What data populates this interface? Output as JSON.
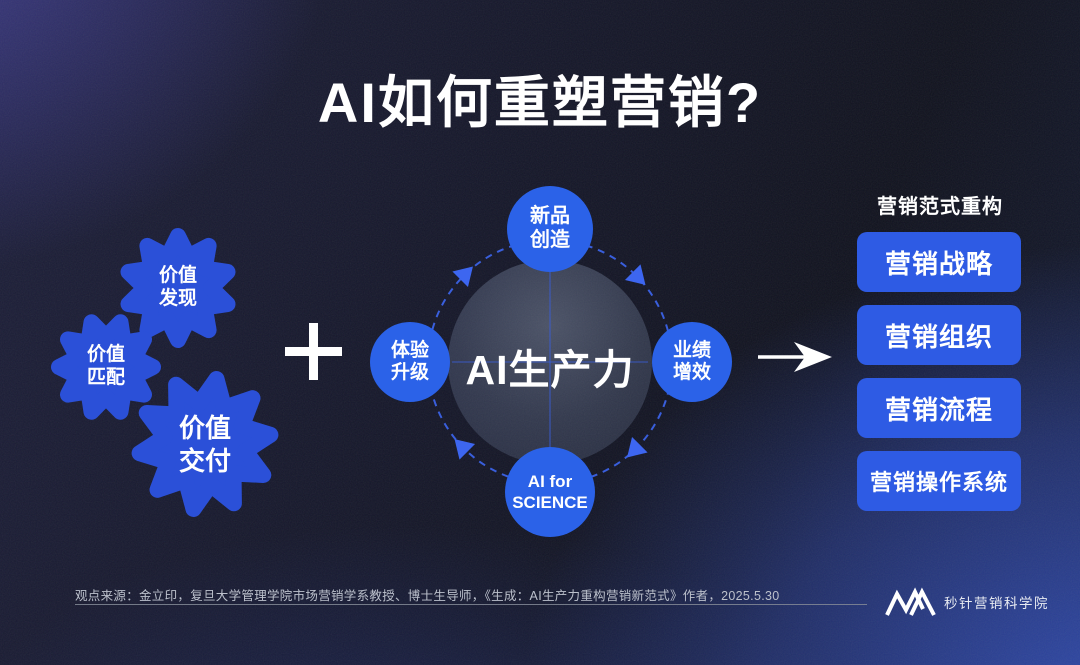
{
  "title": "AI如何重塑营销?",
  "left_blobs": [
    {
      "line1": "价值",
      "line2": "发现"
    },
    {
      "line1": "价值",
      "line2": "匹配"
    },
    {
      "line1": "价值",
      "line2": "交付"
    }
  ],
  "icons": {
    "plus_icon": "+",
    "arrow_right_icon": "→",
    "cycle_arrows": "clockwise-dashed-ring"
  },
  "hub": {
    "center_label": "AI生产力",
    "nodes": {
      "top": {
        "line1": "新品",
        "line2": "创造"
      },
      "left": {
        "line1": "体验",
        "line2": "升级"
      },
      "right": {
        "line1": "业绩",
        "line2": "增效"
      },
      "bottom": {
        "line1": "AI for",
        "line2": "SCIENCE"
      }
    }
  },
  "right_panel": {
    "header": "营销范式重构",
    "items": [
      {
        "label": "营销战略"
      },
      {
        "label": "营销组织"
      },
      {
        "label": "营销流程"
      },
      {
        "label": "营销操作系统"
      }
    ]
  },
  "footer": {
    "source": "观点来源：金立印，复旦大学管理学院市场营销学系教授、博士生导师，《生成：AI生产力重构营销新范式》作者，2025.5.30",
    "logo_text": "秒针营销科学院"
  },
  "colors": {
    "node_blue": "#2B62E8",
    "blob_blue": "#2B50D8",
    "button_blue": "#2E5BE4",
    "ring_blue": "#3D66F0"
  }
}
